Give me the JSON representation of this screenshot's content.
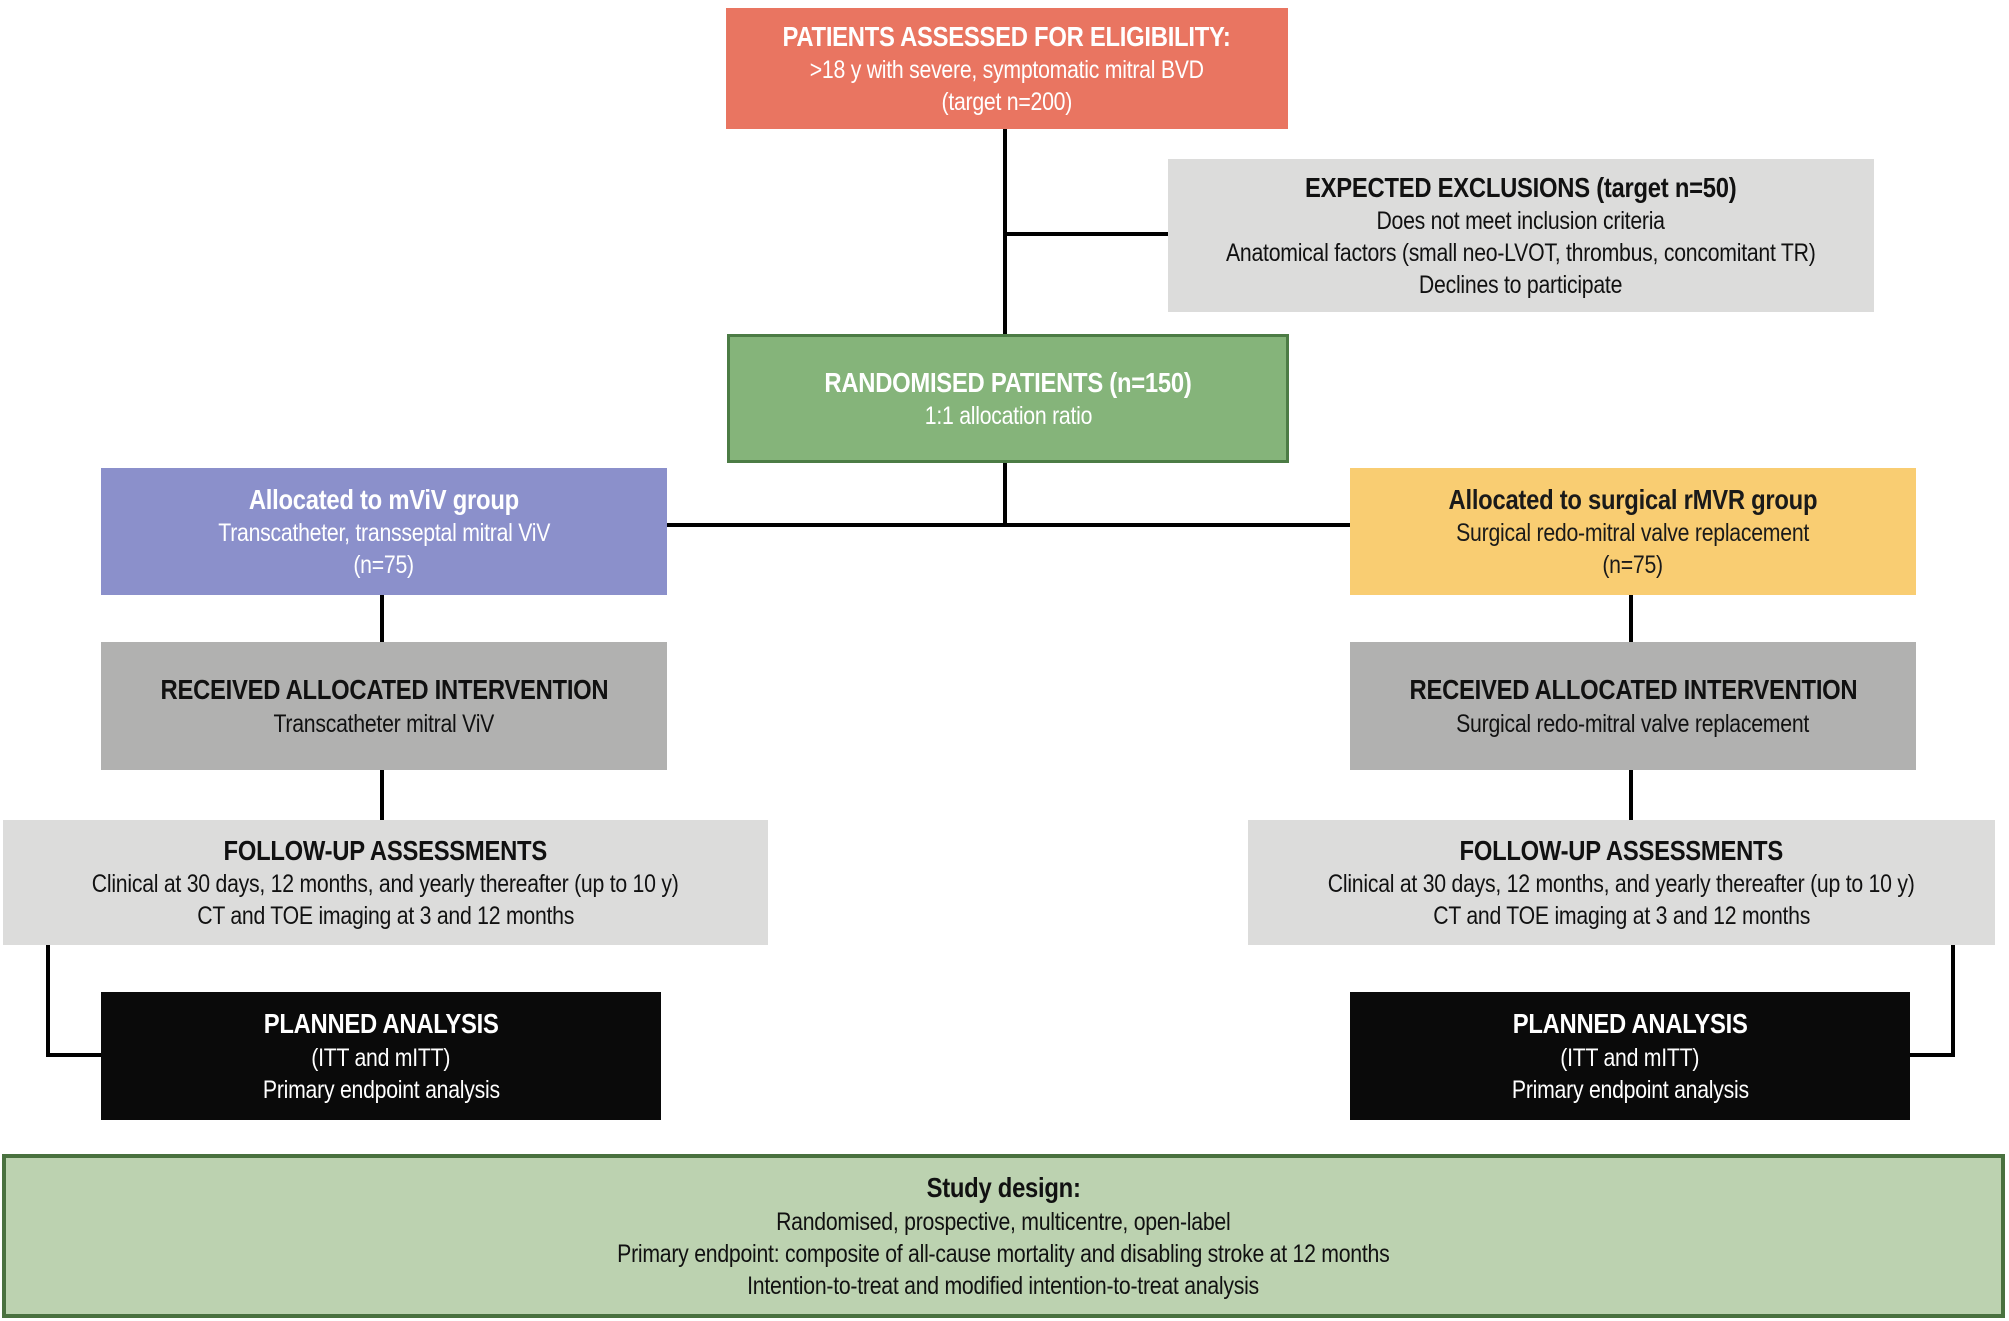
{
  "colors": {
    "salmon": "#e97561",
    "green_fill": "#85b47a",
    "green_border": "#4c7c45",
    "purple": "#8b90cb",
    "yellow": "#f9cd72",
    "mid_gray": "#b1b1b0",
    "light_gray": "#dcdcdb",
    "black_box": "#0a0a0a",
    "pale_green_fill": "#bcd2b0",
    "pale_green_border": "#49713f",
    "connector": "#000000"
  },
  "boxes": {
    "eligibility": {
      "title": "PATIENTS ASSESSED FOR ELIGIBILITY:",
      "lines": [
        ">18 y with severe, symptomatic mitral BVD",
        "(target n=200)"
      ]
    },
    "exclusions": {
      "title": "EXPECTED EXCLUSIONS (target n=50)",
      "lines": [
        "Does not meet inclusion criteria",
        "Anatomical factors (small neo-LVOT, thrombus, concomitant TR)",
        "Declines to participate"
      ]
    },
    "randomised": {
      "title": "RANDOMISED PATIENTS (n=150)",
      "lines": [
        "1:1 allocation ratio"
      ]
    },
    "mviv": {
      "title": "Allocated to mViV group",
      "lines": [
        "Transcatheter, transseptal mitral ViV",
        "(n=75)"
      ]
    },
    "rmvr": {
      "title": "Allocated to surgical rMVR group",
      "lines": [
        "Surgical redo-mitral valve replacement",
        "(n=75)"
      ]
    },
    "received_mviv": {
      "title": "RECEIVED ALLOCATED INTERVENTION",
      "lines": [
        "Transcatheter mitral ViV"
      ]
    },
    "received_rmvr": {
      "title": "RECEIVED ALLOCATED INTERVENTION",
      "lines": [
        "Surgical redo-mitral valve replacement"
      ]
    },
    "followup_mviv": {
      "title": "FOLLOW-UP ASSESSMENTS",
      "lines": [
        "Clinical at 30 days, 12 months, and yearly thereafter (up to 10 y)",
        "CT and TOE imaging at 3 and 12 months"
      ]
    },
    "followup_rmvr": {
      "title": "FOLLOW-UP ASSESSMENTS",
      "lines": [
        "Clinical at 30 days, 12 months, and yearly thereafter (up to 10 y)",
        "CT and TOE imaging at 3 and 12 months"
      ]
    },
    "analysis_mviv": {
      "title": "PLANNED ANALYSIS",
      "lines": [
        "(ITT and mITT)",
        "Primary endpoint analysis"
      ]
    },
    "analysis_rmvr": {
      "title": "PLANNED ANALYSIS",
      "lines": [
        "(ITT and mITT)",
        "Primary endpoint analysis"
      ]
    },
    "study_design": {
      "title": "Study design:",
      "lines": [
        "Randomised, prospective, multicentre, open-label",
        "Primary endpoint: composite of all-cause mortality and disabling stroke at 12 months",
        "Intention-to-treat and modified intention-to-treat analysis"
      ]
    }
  }
}
